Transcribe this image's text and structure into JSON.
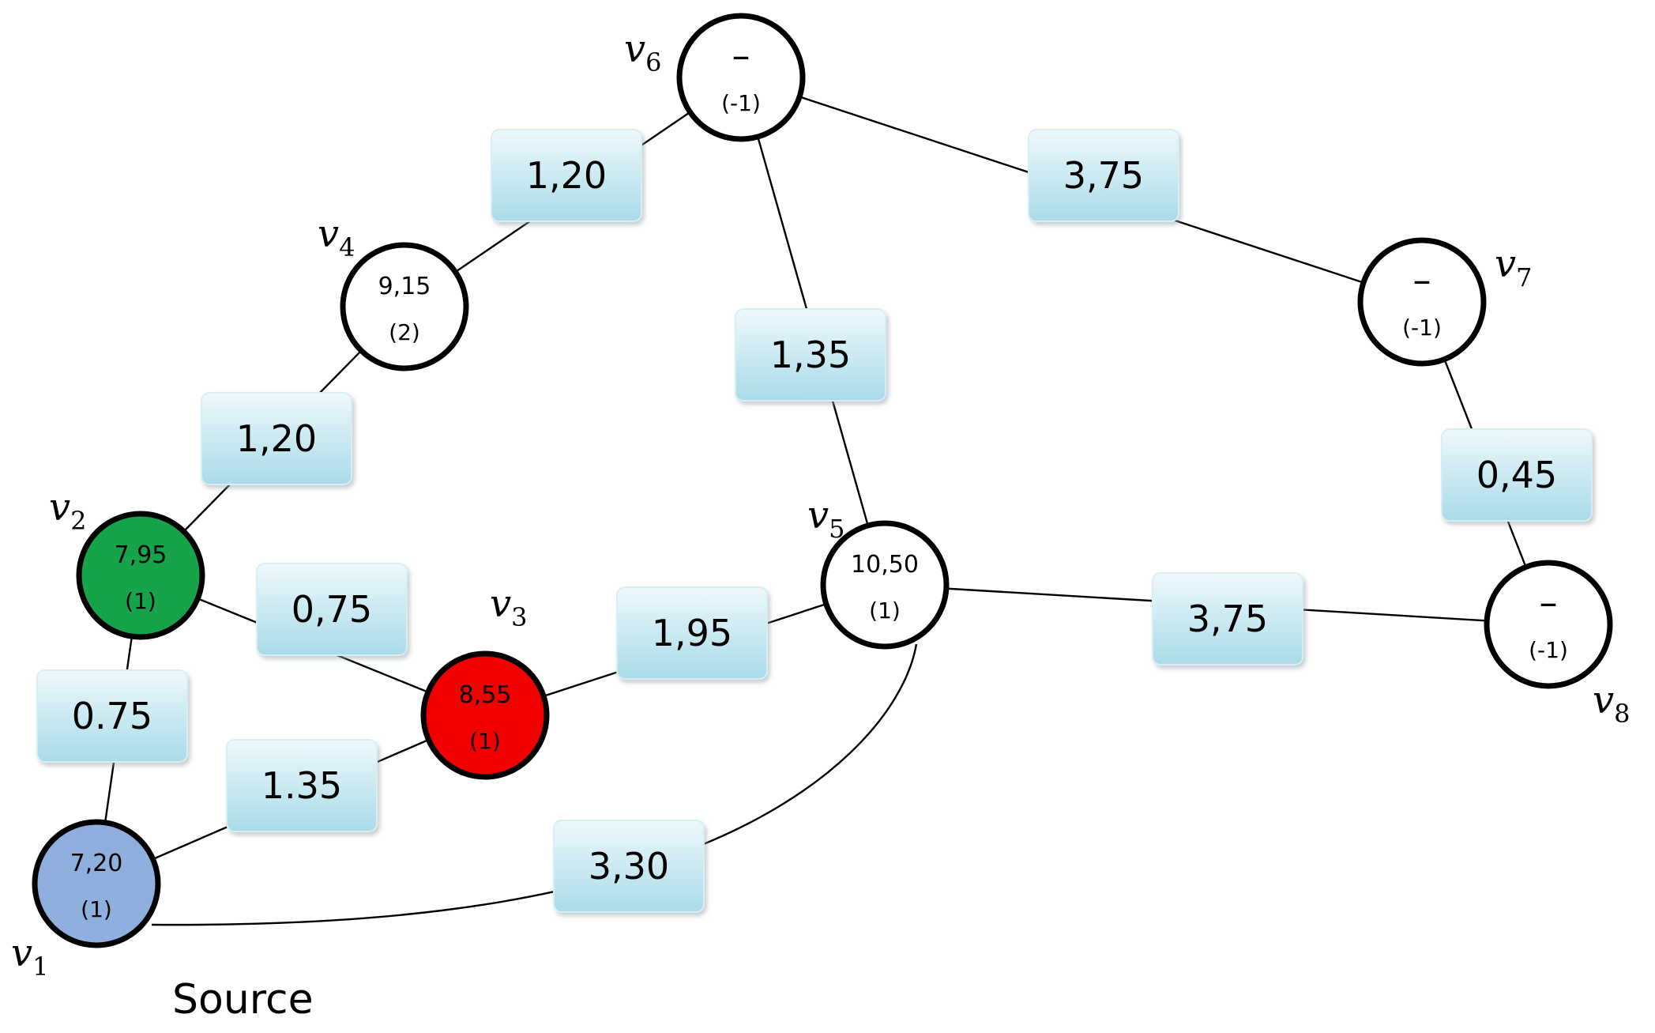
{
  "colors": {
    "source_node": "#8fb0de",
    "green_node": "#17a34a",
    "red_node": "#f20000",
    "default_node": "#ffffff",
    "weight_box_top": "#eef8fb",
    "weight_box_bottom": "#a9dbe8"
  },
  "source_label": "Source",
  "nodes": [
    {
      "id": "v1",
      "name": "v",
      "sub": "1",
      "top": "7,20",
      "bottom": "(1)",
      "fill": "source"
    },
    {
      "id": "v2",
      "name": "v",
      "sub": "2",
      "top": "7,95",
      "bottom": "(1)",
      "fill": "green"
    },
    {
      "id": "v3",
      "name": "v",
      "sub": "3",
      "top": "8,55",
      "bottom": "(1)",
      "fill": "red"
    },
    {
      "id": "v4",
      "name": "v",
      "sub": "4",
      "top": "9,15",
      "bottom": "(2)",
      "fill": "default"
    },
    {
      "id": "v5",
      "name": "v",
      "sub": "5",
      "top": "10,50",
      "bottom": "(1)",
      "fill": "default"
    },
    {
      "id": "v6",
      "name": "v",
      "sub": "6",
      "top": "–",
      "bottom": "(-1)",
      "fill": "default"
    },
    {
      "id": "v7",
      "name": "v",
      "sub": "7",
      "top": "–",
      "bottom": "(-1)",
      "fill": "default"
    },
    {
      "id": "v8",
      "name": "v",
      "sub": "8",
      "top": "–",
      "bottom": "(-1)",
      "fill": "default"
    }
  ],
  "edges": [
    {
      "from": "v1",
      "to": "v2",
      "weight": "0.75"
    },
    {
      "from": "v1",
      "to": "v3",
      "weight": "1.35"
    },
    {
      "from": "v1",
      "to": "v5",
      "weight": "3,30"
    },
    {
      "from": "v2",
      "to": "v3",
      "weight": "0,75"
    },
    {
      "from": "v2",
      "to": "v4",
      "weight": "1,20"
    },
    {
      "from": "v4",
      "to": "v6",
      "weight": "1,20"
    },
    {
      "from": "v3",
      "to": "v5",
      "weight": "1,95"
    },
    {
      "from": "v6",
      "to": "v5",
      "weight": "1,35"
    },
    {
      "from": "v6",
      "to": "v7",
      "weight": "3,75"
    },
    {
      "from": "v5",
      "to": "v8",
      "weight": "3,75"
    },
    {
      "from": "v7",
      "to": "v8",
      "weight": "0,45"
    }
  ]
}
